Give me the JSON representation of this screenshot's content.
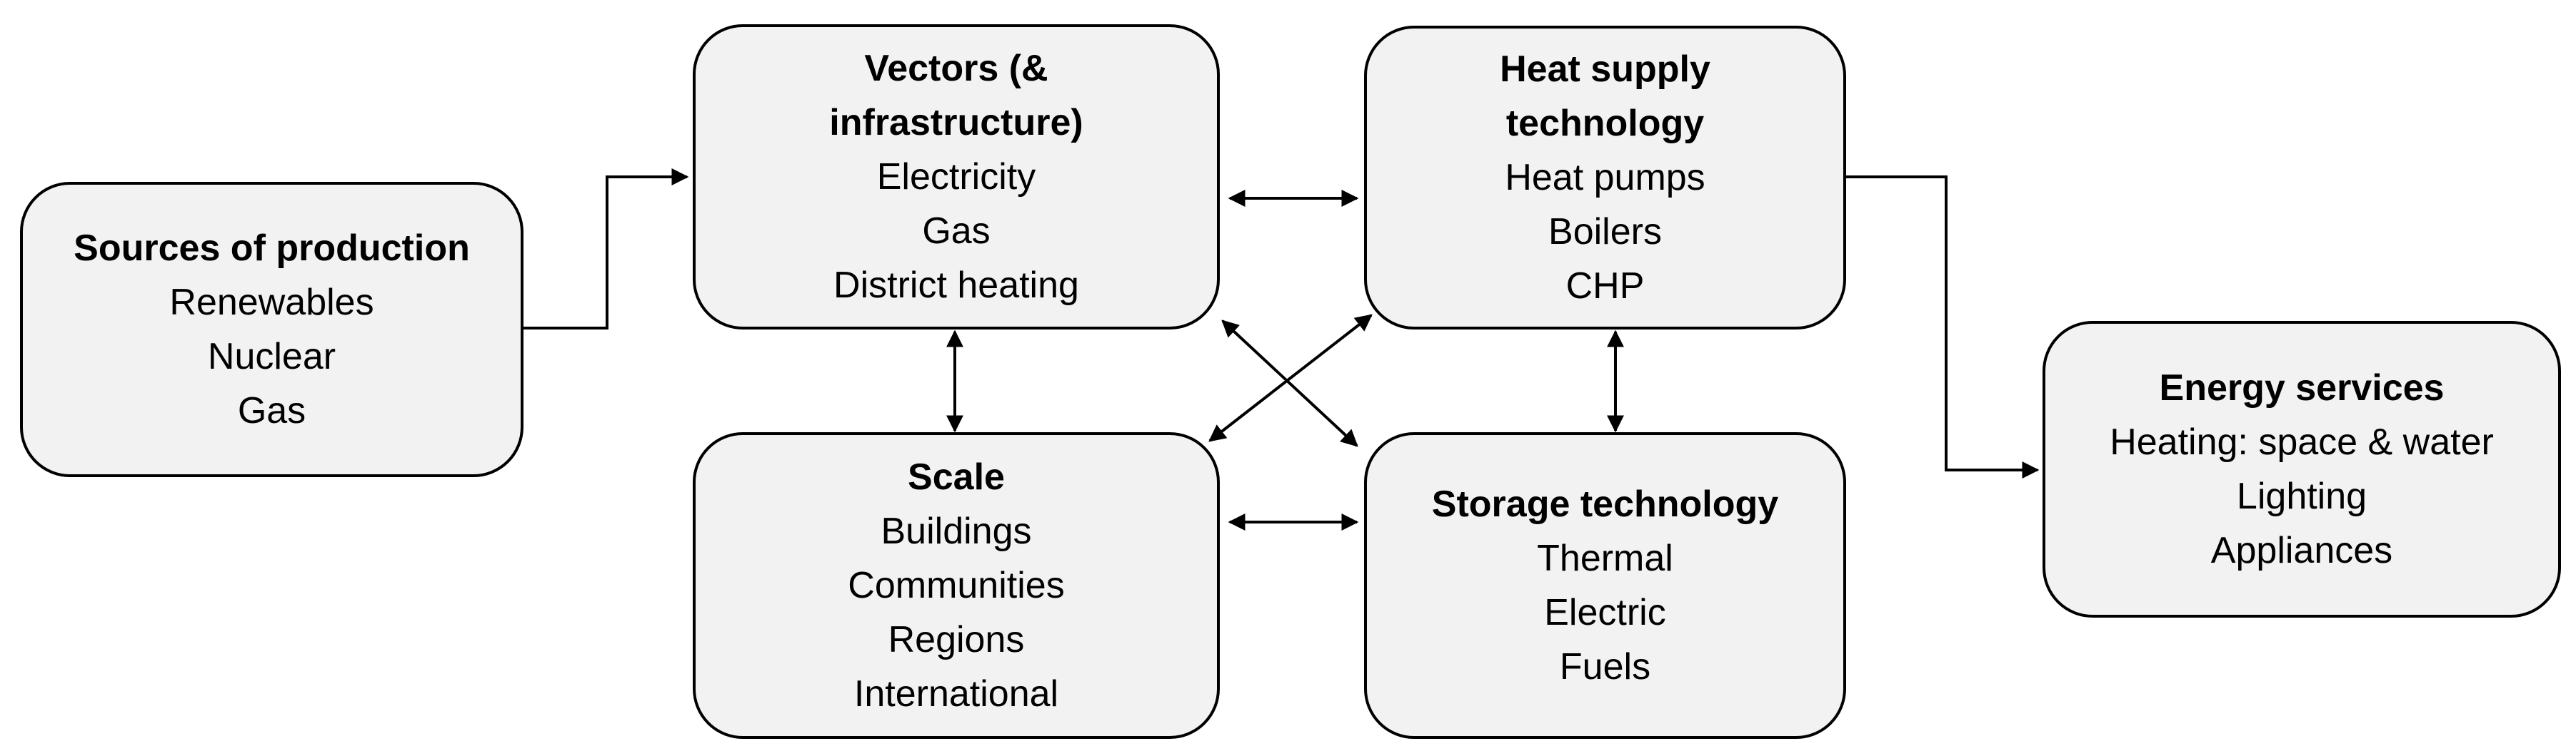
{
  "nodes": {
    "sources": {
      "title": "Sources of production",
      "items": [
        "Renewables",
        "Nuclear",
        "Gas"
      ]
    },
    "vectors": {
      "title_lines": [
        "Vectors (&",
        "infrastructure)"
      ],
      "items": [
        "Electricity",
        "Gas",
        "District heating"
      ]
    },
    "heat": {
      "title_lines": [
        "Heat supply",
        "technology"
      ],
      "items": [
        "Heat pumps",
        "Boilers",
        "CHP"
      ]
    },
    "scale": {
      "title": "Scale",
      "items": [
        "Buildings",
        "Communities",
        "Regions",
        "International"
      ]
    },
    "storage": {
      "title": "Storage technology",
      "items": [
        "Thermal",
        "Electric",
        "Fuels"
      ]
    },
    "services": {
      "title": "Energy services",
      "items": [
        "Heating: space & water",
        "Lighting",
        "Appliances"
      ]
    }
  }
}
